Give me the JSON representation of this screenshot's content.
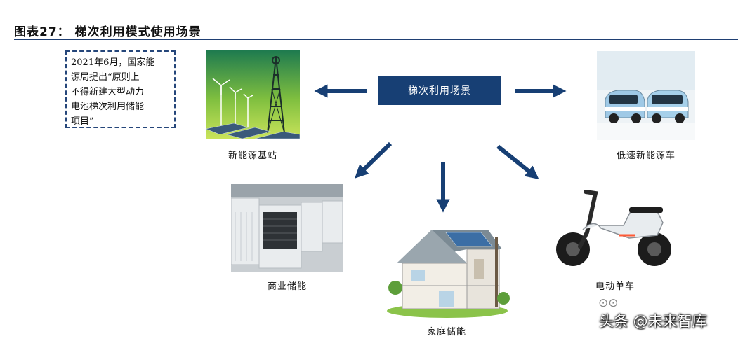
{
  "figure": {
    "title": "图表27：   梯次利用模式使用场景"
  },
  "note": {
    "lines": [
      "2021年6月，国家能",
      "源局提出“原则上",
      "不得新建大型动力",
      "电池梯次利用储能",
      "项目”"
    ]
  },
  "center": {
    "label": "梯次利用场景"
  },
  "scenarios": {
    "base_station": "新能源基站",
    "low_speed_ev": "低速新能源车",
    "commercial_storage": "商业储能",
    "home_storage": "家庭储能",
    "e_bike": "电动单车"
  },
  "watermark": {
    "text": "头条 @未来智库"
  },
  "colors": {
    "navy": "#173f74",
    "rule": "#1f3f73"
  },
  "icons": [
    "arrow-left-icon",
    "arrow-right-icon",
    "arrow-down-icon"
  ]
}
